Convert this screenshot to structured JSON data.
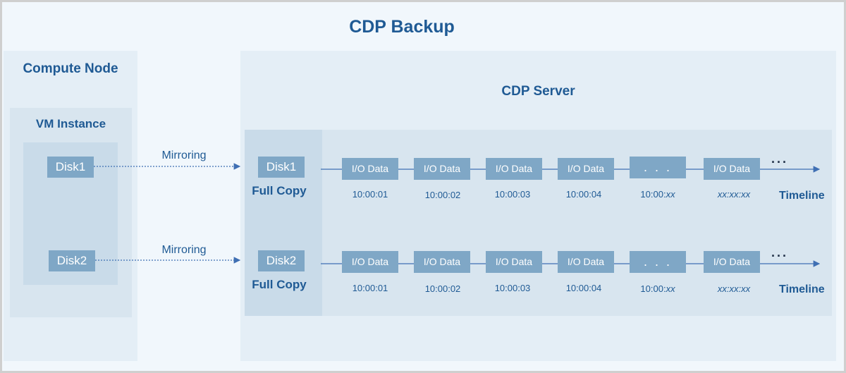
{
  "title": "CDP Backup",
  "compute_node": {
    "title": "Compute Node",
    "vm_instance": {
      "title": "VM Instance",
      "disks": [
        "Disk1",
        "Disk2"
      ]
    }
  },
  "mirroring": [
    "Mirroring",
    "Mirroring"
  ],
  "cdp_server": {
    "title": "CDP Server",
    "rows": [
      {
        "disk": "Disk1",
        "full_copy": "Full Copy",
        "blocks": [
          "I/O Data",
          "I/O Data",
          "I/O Data",
          "I/O Data",
          ". . .",
          "I/O Data"
        ],
        "timestamps": [
          "10:00:01",
          "10:00:02",
          "10:00:03",
          "10:00:04"
        ],
        "ts_pending_prefix": "10:00:",
        "ts_pending_suffix": "xx",
        "ts_last": "xx:xx:xx",
        "ellipsis": "...",
        "timeline": "Timeline"
      },
      {
        "disk": "Disk2",
        "full_copy": "Full Copy",
        "blocks": [
          "I/O Data",
          "I/O Data",
          "I/O Data",
          "I/O Data",
          ". . .",
          "I/O Data"
        ],
        "timestamps": [
          "10:00:01",
          "10:00:02",
          "10:00:03",
          "10:00:04"
        ],
        "ts_pending_prefix": "10:00:",
        "ts_pending_suffix": "xx",
        "ts_last": "xx:xx:xx",
        "ellipsis": "...",
        "timeline": "Timeline"
      }
    ]
  },
  "colors": {
    "title_blue": "#1f5a94",
    "box_blue": "#7fa7c6",
    "line_blue": "#3f6fb3"
  }
}
